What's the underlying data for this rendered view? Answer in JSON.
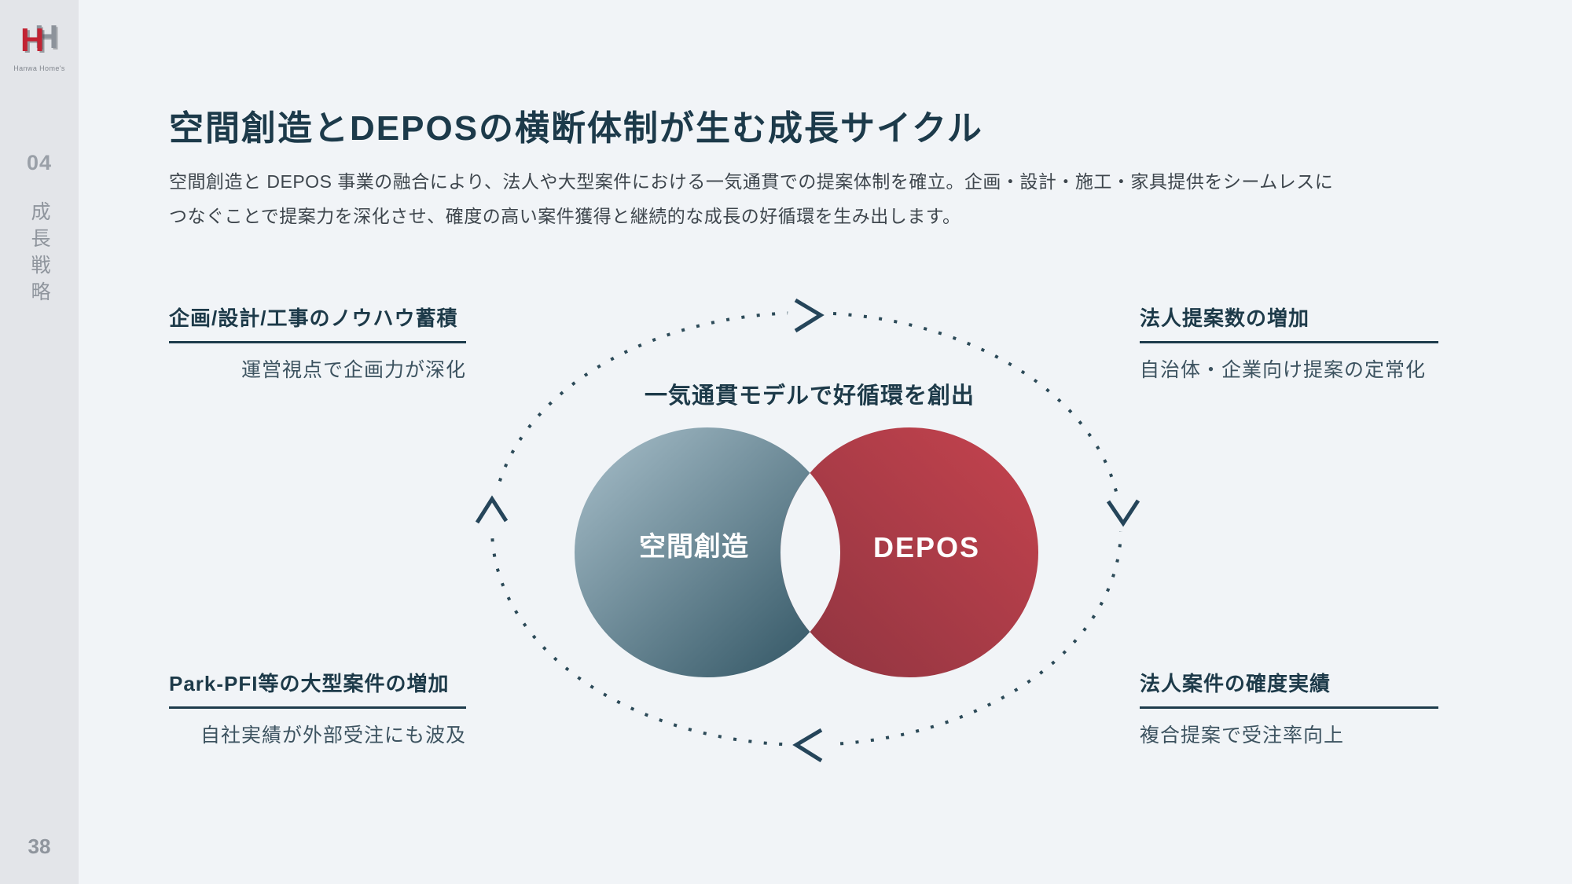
{
  "sidebar": {
    "logo_text": "Hanwa Home's",
    "logo_letter": "H",
    "section_number": "04",
    "section_title": "成長戦略",
    "page_number": "38"
  },
  "header": {
    "title": "空間創造とDEPOSの横断体制が生む成長サイクル",
    "description": "空間創造と DEPOS 事業の融合により、法人や大型案件における一気通貫での提案体制を確立。企画・設計・施工・家具提供をシームレスに\nつなぐことで提案力を深化させ、確度の高い案件獲得と継続的な成長の好循環を生み出します。"
  },
  "diagram": {
    "caption": "一気通貫モデルで好循環を創出",
    "venn": {
      "left_label": "空間創造",
      "right_label": "DEPOS"
    },
    "callouts": [
      {
        "position": "top-left",
        "heading": "企画/設計/工事のノウハウ蓄積",
        "subtext": "運営視点で企画力が深化"
      },
      {
        "position": "top-right",
        "heading": "法人提案数の増加",
        "subtext": "自治体・企業向け提案の定常化"
      },
      {
        "position": "bottom-left",
        "heading": "Park-PFI等の大型案件の増加",
        "subtext": "自社実績が外部受注にも波及"
      },
      {
        "position": "bottom-right",
        "heading": "法人案件の確度実績",
        "subtext": "複合提案で受注率向上"
      }
    ]
  },
  "colors": {
    "background": "#f1f4f7",
    "sidebar_background": "#e3e5e9",
    "accent_dark_teal": "#1e3c4c",
    "venn_teal_light": "#a9c0cb",
    "venn_teal_dark": "#2c505f",
    "venn_red_dark": "#8e3440",
    "venn_red_light": "#c5434e",
    "dotted_ring": "#2c4a58",
    "logo_red": "#c22333",
    "logo_gray": "#8d939b"
  }
}
